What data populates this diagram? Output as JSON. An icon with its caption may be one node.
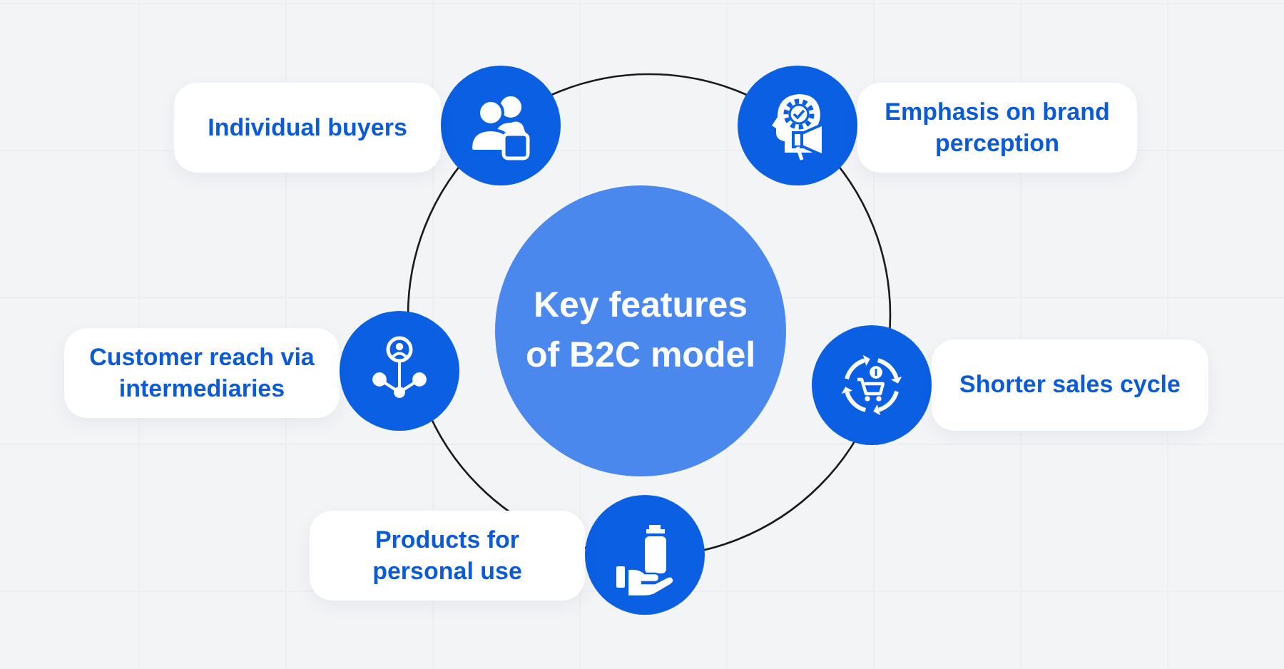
{
  "diagram": {
    "nodes": [
      {
        "text": [
          "Key features of B2C model"
        ]
      },
      {
        "text": [
          "Individual buyers"
        ]
      },
      {
        "text": [
          "Emphasis on brand perception"
        ]
      },
      {
        "text": [
          "Customer reach via intermediaries"
        ]
      },
      {
        "text": [
          "Shorter sales cycle"
        ]
      },
      {
        "text": [
          "Products for personal use"
        ]
      }
    ]
  }
}
